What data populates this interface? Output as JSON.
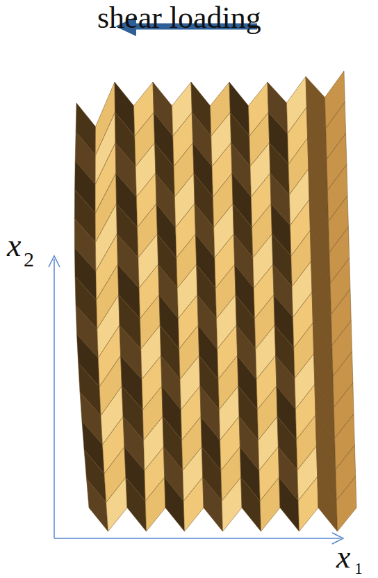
{
  "diagram": {
    "labels": [
      "shear loading",
      "x",
      "2",
      "x",
      "1"
    ]
  }
}
